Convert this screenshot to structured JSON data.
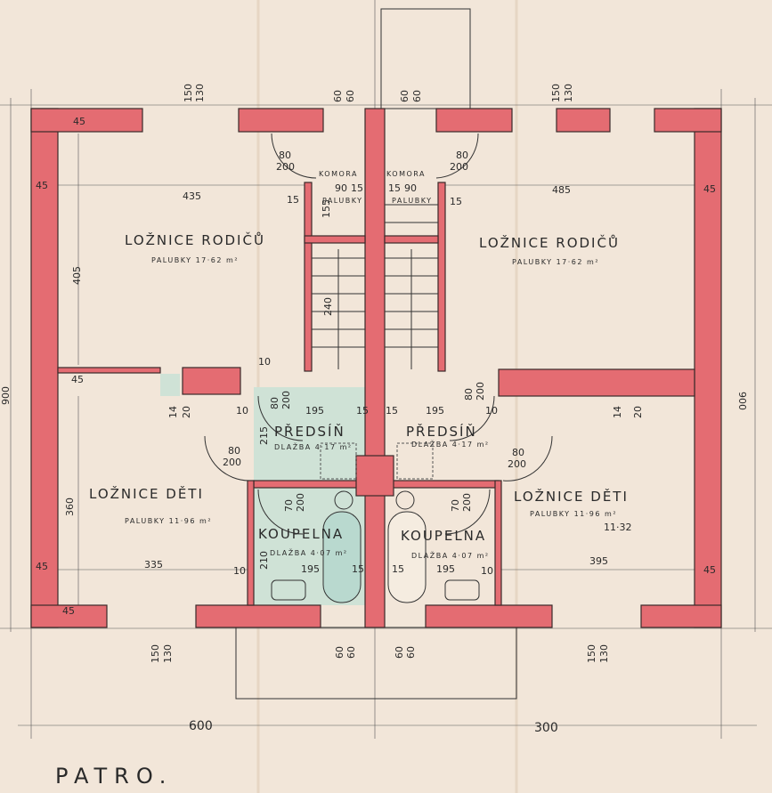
{
  "title": "PATRO.",
  "rooms": {
    "bedroom_parents_left": {
      "name": "LOŽNICE RODIČŮ",
      "floor": "PALUBKY 17·62 m²"
    },
    "bedroom_parents_right": {
      "name": "LOŽNICE RODIČŮ",
      "floor": "PALUBKY 17·62 m²"
    },
    "pantry_left": {
      "name": "KOMORA",
      "floor": "PALUBKY"
    },
    "pantry_right": {
      "name": "KOMORA",
      "floor": "PALUBKY"
    },
    "hall_left": {
      "name": "PŘEDSÍŇ",
      "floor": "DLAŽBA 4·17 m²"
    },
    "hall_right": {
      "name": "PŘEDSÍŇ",
      "floor": "DLAŽBA 4·17 m²"
    },
    "bathroom_left": {
      "name": "KOUPELNA",
      "floor": "DLAŽBA 4·07 m²"
    },
    "bathroom_right": {
      "name": "KOUPELNA",
      "floor": "DLAŽBA 4·07 m²"
    },
    "children_left": {
      "name": "LOŽNICE DĚTI",
      "floor": "PALUBKY 11·96 m²"
    },
    "children_right": {
      "name": "LOŽNICE DĚTI",
      "floor": "PALUBKY 11·96 m²"
    }
  },
  "dimensions": {
    "d150": "150",
    "d130": "130",
    "d60": "60",
    "d435": "435",
    "d485": "485",
    "d405": "405",
    "d900": "900",
    "d45": "45",
    "d80": "80",
    "d200": "200",
    "d90": "90",
    "d15": "15",
    "d155": "155",
    "d10": "10",
    "d240": "240",
    "d195": "195",
    "d215": "215",
    "d14": "14",
    "d20": "20",
    "d360": "360",
    "d335": "335",
    "d395": "395",
    "d210": "210",
    "d70": "70",
    "d600": "600",
    "d300": "300",
    "correction": "11·32"
  },
  "colors": {
    "paper": "#f2e6d9",
    "wall": "#e46c72",
    "tile": "#cfe2d6"
  }
}
